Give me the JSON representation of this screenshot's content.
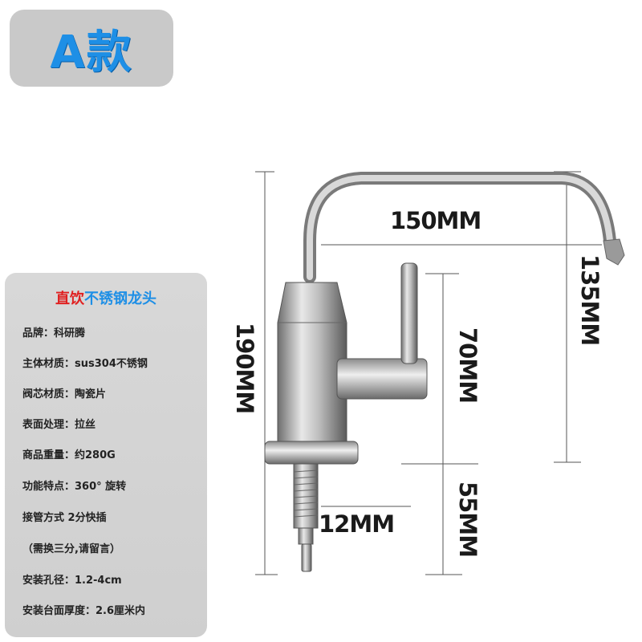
{
  "badge": {
    "text": "A款"
  },
  "panel": {
    "title_red": "直饮",
    "title_blue": "不锈钢龙头",
    "specs": [
      "品牌：科研腾",
      "主体材质：sus304不锈钢",
      "阀芯材质：陶瓷片",
      "表面处理：拉丝",
      "商品重量：约280G",
      "功能特点：360° 旋转",
      "接管方式  2分快插",
      "（需换三分,请留言）",
      "安装孔径：1.2-4cm",
      "安装台面厚度：2.6厘米内"
    ]
  },
  "dimensions": {
    "width": "150MM",
    "height_total": "190MM",
    "height_spout": "135MM",
    "handle": "70MM",
    "shank": "55MM",
    "pipe": "12MM"
  }
}
